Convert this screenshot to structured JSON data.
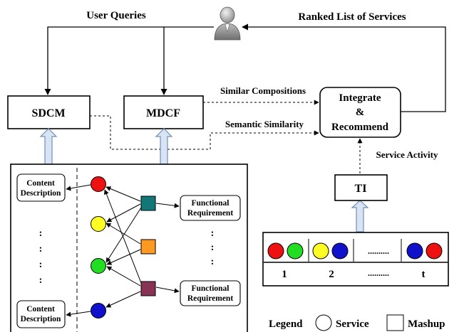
{
  "labels": {
    "user_queries": "User Queries",
    "ranked_list": "Ranked List of Services",
    "similar_compositions": "Similar Compositions",
    "semantic_similarity": "Semantic Similarity",
    "service_activity": "Service Activity"
  },
  "boxes": {
    "sdcm": "SDCM",
    "mdcf": "MDCF",
    "integrate_line1": "Integrate",
    "integrate_line2": "&",
    "integrate_line3": "Recommend",
    "ti": "TI"
  },
  "content_description": {
    "line1": "Content",
    "line2": "Description"
  },
  "functional_requirement": {
    "line1": "Functional",
    "line2": "Requirement"
  },
  "vertical_dots": ":",
  "timeline": {
    "ellipsis_top": "..........",
    "ellipsis_bottom": "..........",
    "ticks": [
      "1",
      "2",
      "t"
    ]
  },
  "legend": {
    "title": "Legend",
    "service": "Service",
    "mashup": "Mashup"
  },
  "colors": {
    "red": "#ee1111",
    "yellow": "#ffff22",
    "green": "#22dd22",
    "blue": "#1111cc",
    "teal": "#117777",
    "orange": "#ff9922",
    "purple": "#883355",
    "arrow_fill": "#d8e4f4",
    "arrow_stroke": "#6f8fb8"
  },
  "icons": {
    "user": "user-avatar-icon"
  }
}
